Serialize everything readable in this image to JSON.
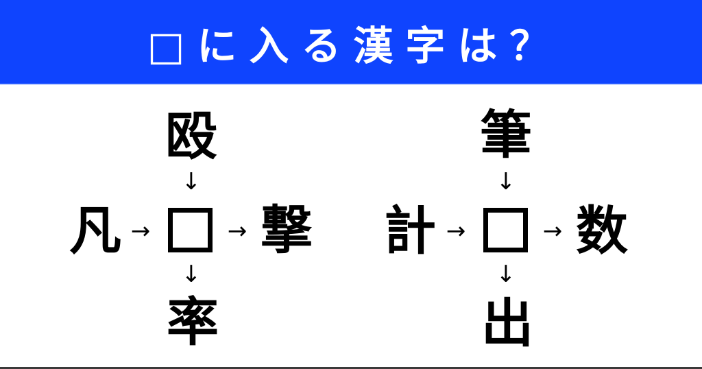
{
  "header": {
    "title": "□に入る漢字は？",
    "background_color": "#0f44fe",
    "text_color": "#ffffff"
  },
  "puzzles": [
    {
      "top": "殴",
      "left": "凡",
      "right": "撃",
      "bottom": "率",
      "blank": "□",
      "arrows": {
        "top": "↓",
        "left": "→",
        "right": "→",
        "bottom": "↓"
      }
    },
    {
      "top": "筆",
      "left": "計",
      "right": "数",
      "bottom": "出",
      "blank": "□",
      "arrows": {
        "top": "↓",
        "left": "→",
        "right": "→",
        "bottom": "↓"
      }
    }
  ]
}
